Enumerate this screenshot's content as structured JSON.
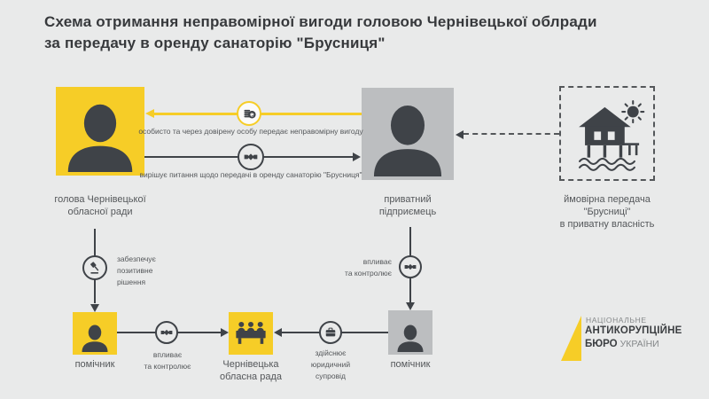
{
  "title": "Схема отримання неправомірної вигоди головою Чернівецької облради\nза передачу в оренду санаторію \"Брусниця\"",
  "colors": {
    "accent_yellow": "#F6CD27",
    "dark": "#3F4348",
    "gray_box": "#BCBEC0",
    "background": "#E9EAEA"
  },
  "nodes": {
    "head": {
      "label": "голова Чернівецької\nобласної ради"
    },
    "entrepreneur": {
      "label": "приватний\nпідприємець"
    },
    "transfer": {
      "label": "ймовірна передача\n\"Брусниці\"\nв приватну власність"
    },
    "assistant_left": {
      "label": "помічник"
    },
    "council": {
      "label": "Чернівецька\nобласна рада"
    },
    "assistant_right": {
      "label": "помічник"
    }
  },
  "edges": {
    "bribe": {
      "label": "особисто та через довірену особу передає неправомірну вигоду"
    },
    "decision": {
      "label": "вирішує питання щодо передачі в оренду санаторію \"Брусниця\""
    },
    "gavel": {
      "label": "забезпечує\nпозитивне\nрішення"
    },
    "influence_left": {
      "label": "впливає\nта контролює"
    },
    "legal": {
      "label": "здійснює\nюридичний\nсупровід"
    },
    "influence_right": {
      "label": "впливає\nта контролює"
    }
  },
  "icons": {
    "person": "person-silhouette-icon",
    "coins": "coins-bribe-icon",
    "handshake": "handshake-icon",
    "gavel": "gavel-icon",
    "briefcase": "briefcase-icon",
    "council": "council-presidium-icon",
    "house": "stilt-house-sun-waves-icon",
    "logo_mark": "nabu-yellow-sail-mark"
  },
  "logo": {
    "line1": "НАЦІОНАЛЬНЕ",
    "line2": "АНТИКОРУПЦІЙНЕ",
    "line3_bold": "БЮРО",
    "line3_rest": "УКРАЇНИ"
  },
  "coin_symbol": "₴"
}
